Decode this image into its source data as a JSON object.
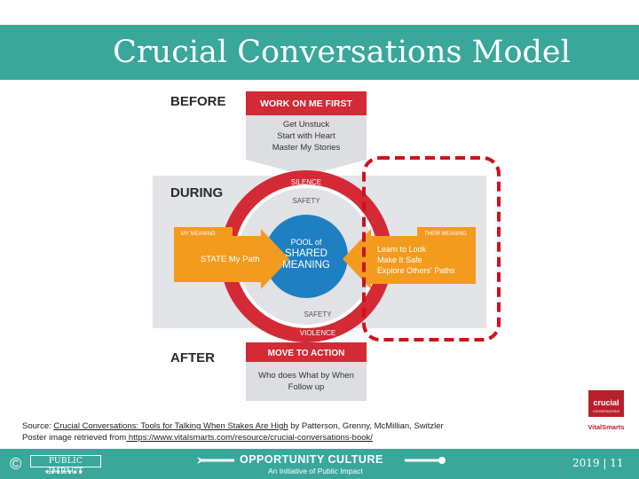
{
  "title": "Crucial Conversations Model",
  "diagram": {
    "before_label": "BEFORE",
    "during_label": "DURING",
    "after_label": "AFTER",
    "work_on_me_first": "WORK ON ME FIRST",
    "before_items": [
      "Get Unstuck",
      "Start with Heart",
      "Master My Stories"
    ],
    "silence": "SILENCE",
    "safety_top": "SAFETY",
    "my_meaning": "MY MEANING",
    "their_meaning": "THEIR MEANING",
    "state_my_path": "STATE My Path",
    "pool_line1": "POOL of",
    "pool_line2": "SHARED",
    "pool_line3": "MEANING",
    "right_items": [
      "Learn to Look",
      "Make It Safe",
      "Explore Others' Paths"
    ],
    "safety_bottom": "SAFETY",
    "violence": "VIOLENCE",
    "move_to_action": "MOVE TO ACTION",
    "after_items": [
      "Who does What by When",
      "Follow up"
    ]
  },
  "source": {
    "prefix": "Source: ",
    "book": "Crucial Conversations: Tools for Talking When Stakes Are High",
    "authors": " by Patterson, Grenny, McMillian, Switzler",
    "poster_prefix": "Poster image retrieved from",
    "url": " https://www.vitalsmarts.com/resource/crucial-conversations-book/"
  },
  "vs_logo": {
    "top": "crucial",
    "sub": "CONVERSATIONS",
    "brand": "VitalSmarts"
  },
  "footer": {
    "copyright": "©",
    "public_impact": "PUBLIC IMPACT",
    "stars": "★★★★★★★",
    "oc_title": "OPPORTUNITY CULTURE",
    "oc_sub": "An Initiative of Public Impact",
    "year_page": "2019 | 11"
  },
  "colors": {
    "teal": "#3aa79b",
    "red": "#d42a35",
    "orange": "#f39b1f",
    "blue": "#1e7fc3",
    "gray": "#dfe1e5",
    "dashed": "#d0111c"
  }
}
